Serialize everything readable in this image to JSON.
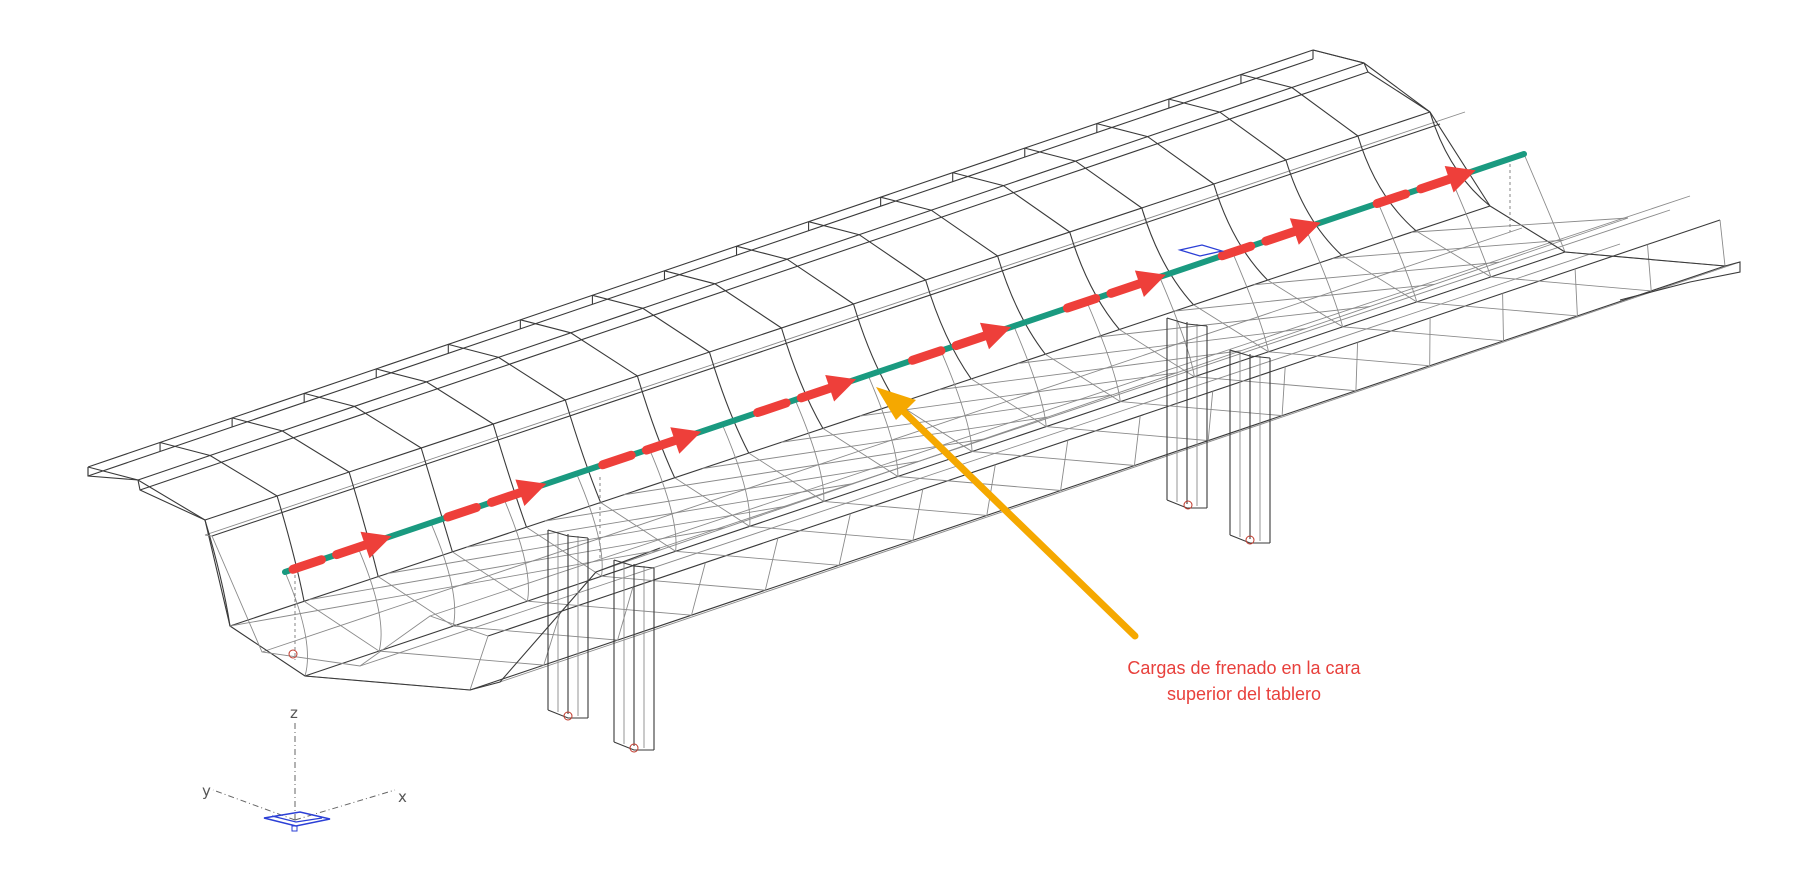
{
  "annotation": {
    "line1": "Cargas de frenado en la cara",
    "line2": "superior del tablero"
  },
  "axes": {
    "x": "x",
    "y": "y",
    "z": "z"
  },
  "colors": {
    "load_line": "#1a9a80",
    "brake_arrow": "#ee3f3a",
    "pointer_arrow": "#f5a800",
    "annotation_text": "#e8403c",
    "wireframe": "#3a3a3a",
    "ucs_icon": "#2b3fd6"
  },
  "icons": [
    "ucs-icon",
    "support-marker-icon",
    "brake-load-arrow-icon"
  ]
}
